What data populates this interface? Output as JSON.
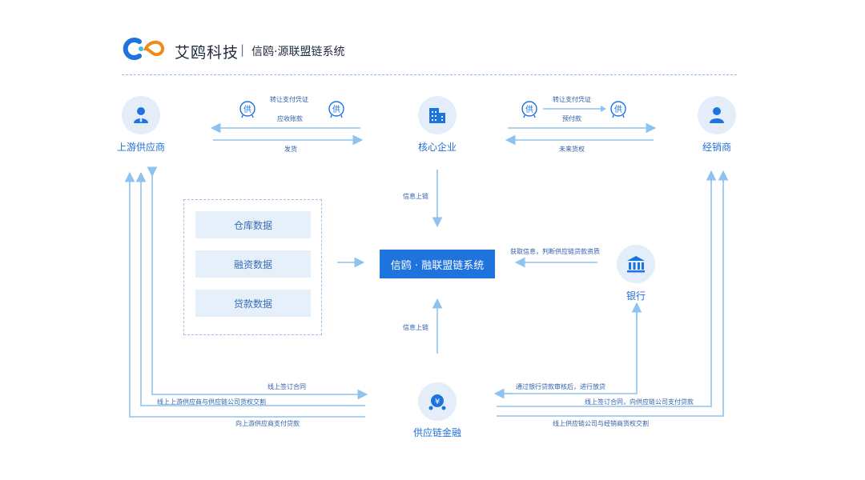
{
  "header": {
    "brand": "艾鸥科技",
    "separator": "|",
    "subtitle": "信鸥·源联盟链系统"
  },
  "nodes": {
    "upstream": "上游供应商",
    "core": "核心企业",
    "distributor": "经销商",
    "bank": "银行",
    "finance": "供应链金融"
  },
  "center": {
    "system": "信鸥 · 融联盟链系统"
  },
  "data_boxes": [
    "仓库数据",
    "融资数据",
    "贷款数据"
  ],
  "badge_char": "供",
  "bank_icon_note": "",
  "edge_labels": {
    "left_top": "转让支付凭证",
    "left_mid": "应收账款",
    "left_bottom": "发货",
    "right_top": "转让支付凭证",
    "right_mid": "预付款",
    "right_bottom": "未来货权",
    "core_down": "信息上链",
    "finance_up": "信息上链",
    "bank_left": "获取信息，判断供应链贷款资质",
    "up_line1": "线上签订合同",
    "up_line2": "线上上游供应商与供应链公司货权交割",
    "up_line3": "向上游供应商支付贷款",
    "right_line1": "通过银行贷款审核后，进行放贷",
    "right_line2": "线上签订合同，向供应链公司支付贷款",
    "right_line3": "线上供应链公司与经销商货权交割"
  },
  "colors": {
    "accent": "#1e73dd",
    "arrow": "#8ec3f0",
    "node_bg": "#e3eefa",
    "box_bg": "#e6f0fb"
  }
}
